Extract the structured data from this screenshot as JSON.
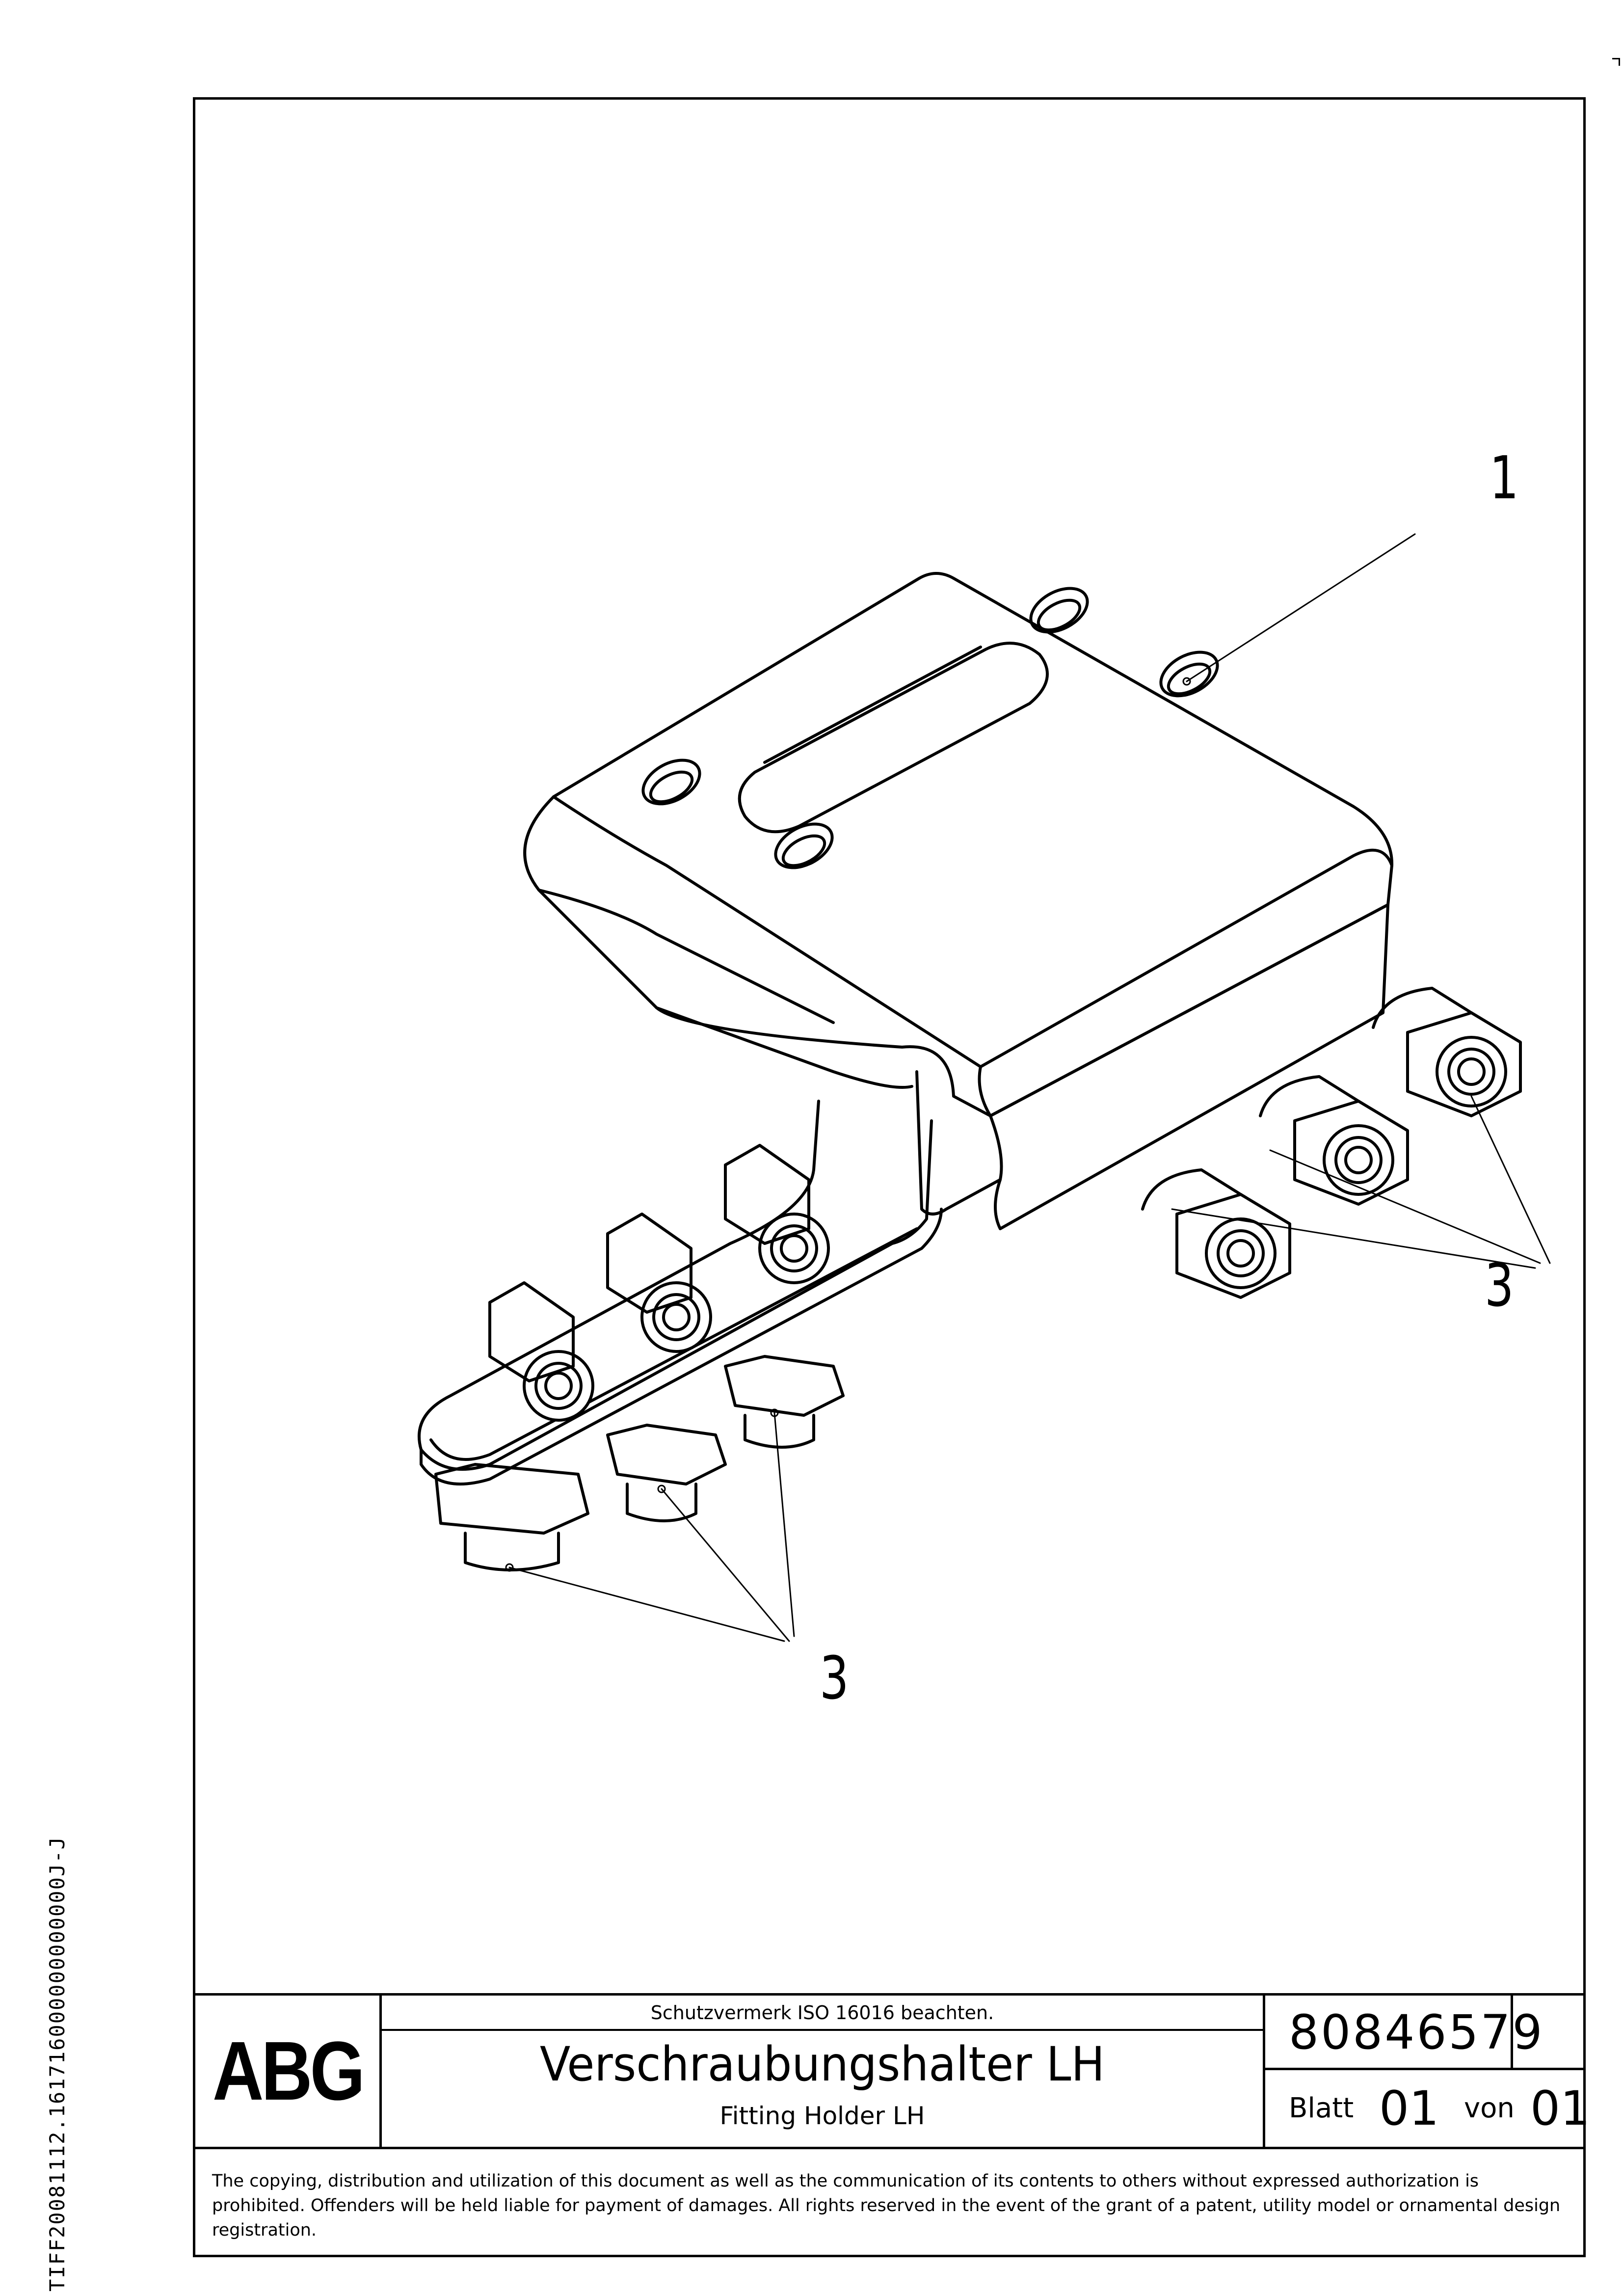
{
  "document": {
    "side_code": "TIFF20081112.161716000000000000J-J",
    "callouts": [
      "1",
      "3",
      "3"
    ]
  },
  "title_block": {
    "logo": "ABG",
    "notice": "Schutzvermerk ISO 16016 beachten.",
    "title_de": "Verschraubungshalter LH",
    "title_en": "Fitting Holder LH",
    "part_number": "80846579",
    "sheet_label": "Blatt",
    "sheet_number": "01",
    "of_label": "von",
    "total_sheets": "01"
  },
  "copyright": "The copying, distribution and utilization of this document as well as the communication of its contents to others without expressed authorization is prohibited. Offenders will be held liable for payment of damages. All rights reserved in the event of the grant of a patent, utility model or ornamental design registration."
}
